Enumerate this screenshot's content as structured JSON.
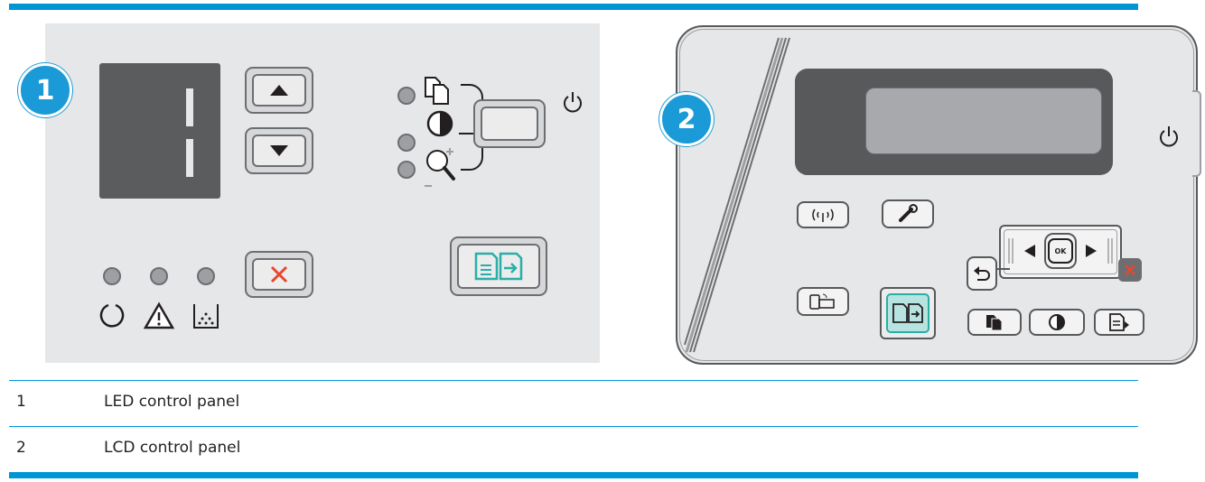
{
  "callouts": {
    "led": "1",
    "lcd": "2"
  },
  "legend": [
    {
      "number": "1",
      "label": "LED control panel"
    },
    {
      "number": "2",
      "label": "LCD control panel"
    }
  ],
  "icons": {
    "led_panel": [
      "up-arrow-icon",
      "down-arrow-icon",
      "copies-icon",
      "contrast-icon",
      "zoom-icon",
      "power-icon",
      "ready-icon",
      "attention-icon",
      "toner-icon",
      "cancel-icon",
      "start-copy-icon"
    ],
    "lcd_panel": [
      "wireless-icon",
      "setup-icon",
      "left-arrow-icon",
      "ok-icon",
      "right-arrow-icon",
      "back-icon",
      "cancel-icon",
      "eprint-icon",
      "start-copy-icon",
      "copies-icon",
      "contrast-icon",
      "copy-menu-icon",
      "power-icon"
    ]
  },
  "button_labels": {
    "ok": "OK"
  },
  "colors": {
    "accent": "#0096d6",
    "callout": "#1a9ad6",
    "cancel_red": "#e8462e",
    "start_teal": "#2aaea8",
    "panel": "#e6e7e8"
  }
}
